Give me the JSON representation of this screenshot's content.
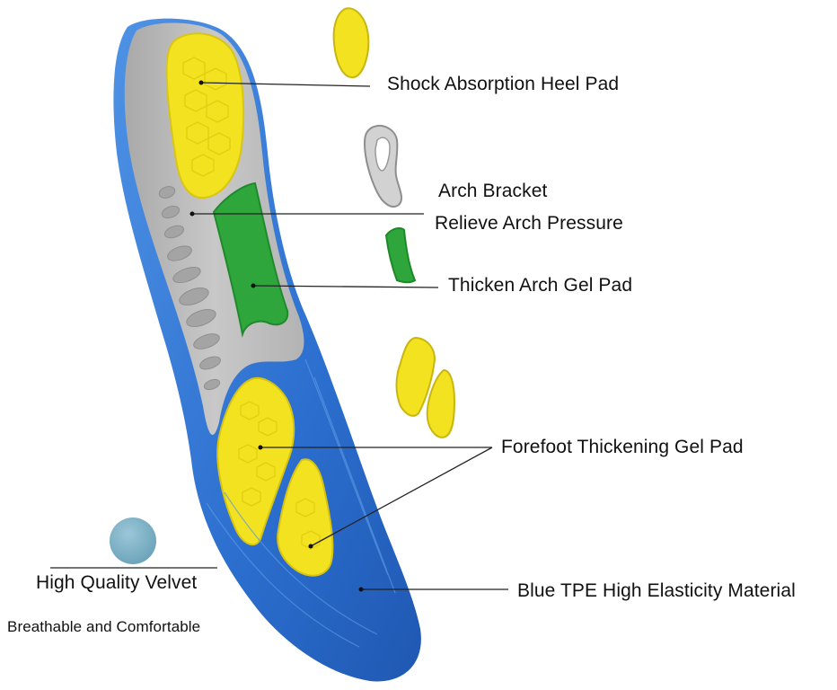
{
  "labels": {
    "heel_pad": "Shock Absorption Heel Pad",
    "arch_bracket": "Arch Bracket",
    "arch_pressure": "Relieve Arch Pressure",
    "arch_gel_pad": "Thicken Arch Gel Pad",
    "forefoot_gel_pad": "Forefoot Thickening Gel Pad",
    "tpe_material": "Blue TPE High Elasticity Material",
    "velvet": "High Quality Velvet",
    "breathable": "Breathable and Comfortable"
  },
  "colors": {
    "blue_tpe": "#2f74d4",
    "grey_shell": "#bcbcbc",
    "yellow_gel": "#f3e21f",
    "green_gel": "#2fa63c",
    "velvet_swatch": "#7fb3c8"
  }
}
